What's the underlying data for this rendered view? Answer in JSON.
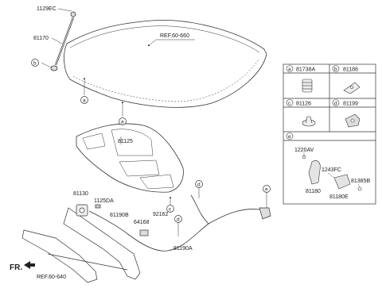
{
  "parts": {
    "p1129EC": "1129EC",
    "p81170": "81170",
    "p81125": "81125",
    "p81130": "81130",
    "p1125DA": "1125DA",
    "p81190B": "81190B",
    "p64168": "64168",
    "p92162": "92162",
    "p81190A": "81190A"
  },
  "refs": {
    "hood": "REF.60-660",
    "panel": "REF.60-640"
  },
  "direction": "FR.",
  "callouts": [
    "a",
    "b",
    "c",
    "d",
    "e"
  ],
  "legend": {
    "a": {
      "letter": "a",
      "part": "81738A"
    },
    "b": {
      "letter": "b",
      "part": "81188"
    },
    "c": {
      "letter": "c",
      "part": "81126"
    },
    "d": {
      "letter": "d",
      "part": "81199"
    },
    "e": {
      "letter": "e",
      "parts": [
        "1220AV",
        "1243FC",
        "81385B",
        "81180",
        "81180E"
      ]
    }
  }
}
